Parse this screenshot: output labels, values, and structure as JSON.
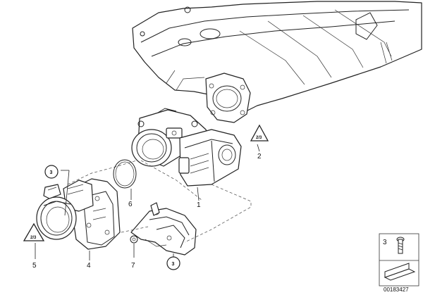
{
  "callouts": {
    "p1": "1",
    "p2": "2",
    "p3a": "3",
    "p3b": "3",
    "p4": "4",
    "p5": "5",
    "p6": "6",
    "p7": "7"
  },
  "circle_refs": {
    "ref_top": "3",
    "ref_bottom": "3"
  },
  "triangle_refs": {
    "tri_right": "2/3",
    "tri_left": "2/3"
  },
  "legend": {
    "number": "3"
  },
  "catalog_number": "00183427"
}
